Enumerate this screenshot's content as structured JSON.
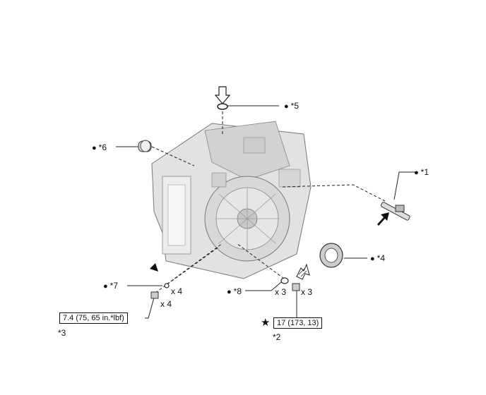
{
  "callouts": {
    "c1": "*1",
    "c2": "*2",
    "c3": "*3",
    "c4": "*4",
    "c5": "*5",
    "c6": "*6",
    "c7": "*7",
    "c8": "*8"
  },
  "bullet": "●",
  "quantities": {
    "q7": "x 4",
    "q3": "x 4",
    "q8": "x 3",
    "q2": "x 3"
  },
  "torque": {
    "left": "7.4 (75, 65 in.*lbf)",
    "right": "17 (173, 13)"
  },
  "star_symbol": "★"
}
